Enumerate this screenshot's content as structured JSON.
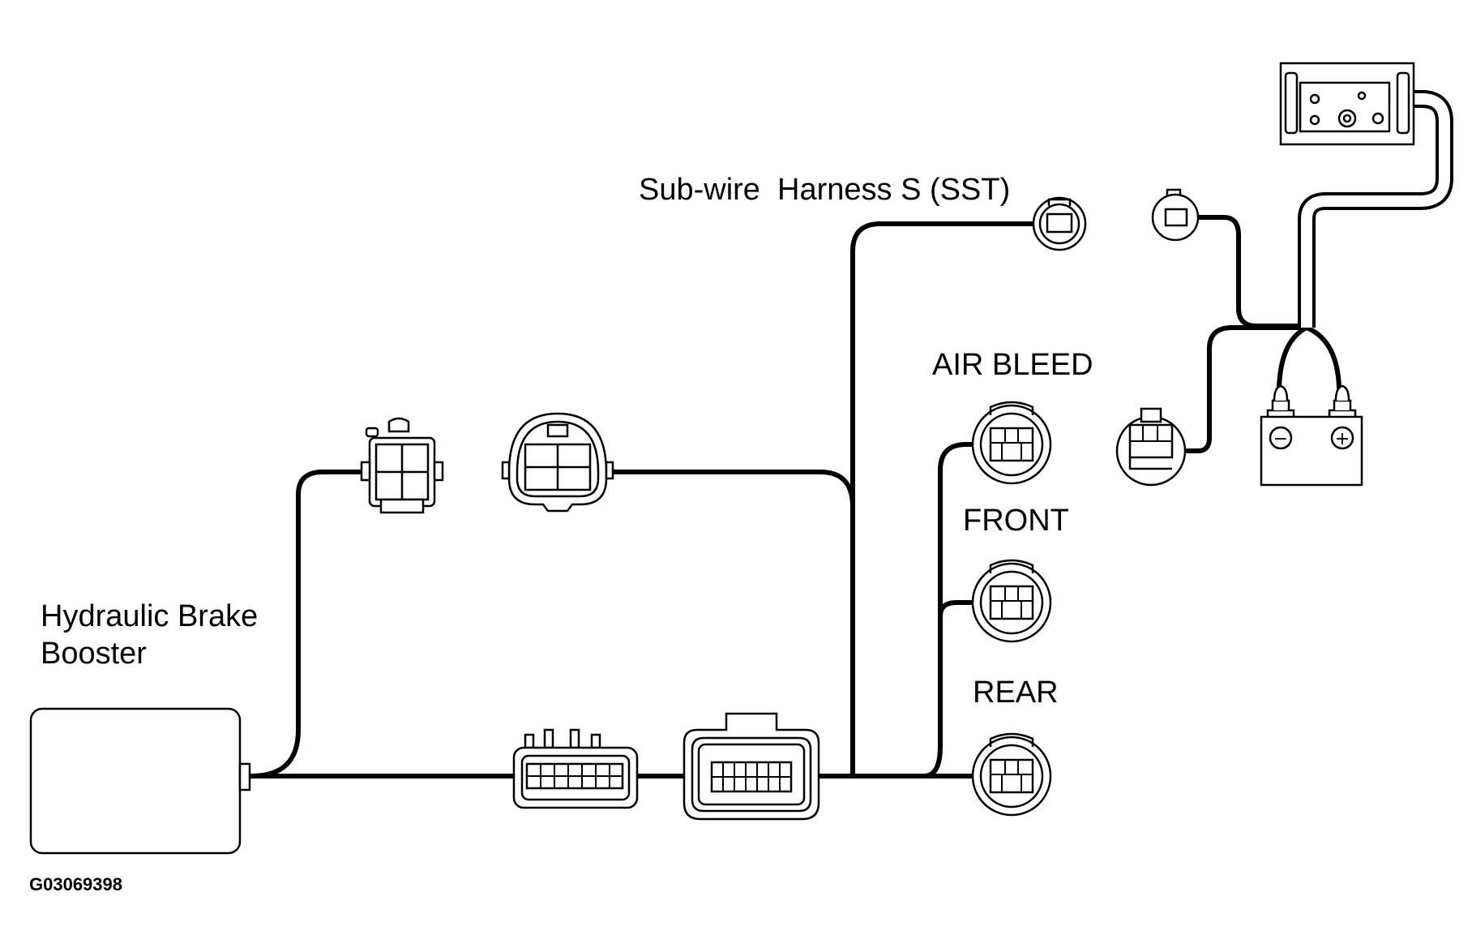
{
  "labels": {
    "sub_wire_harness": "Sub-wire  Harness S (SST)",
    "air_bleed": "AIR BLEED",
    "front": "FRONT",
    "rear": "REAR",
    "booster_line1": "Hydraulic Brake",
    "booster_line2": "Booster",
    "figure_code": "G03069398"
  },
  "battery": {
    "negative_symbol": "−",
    "positive_symbol": "+"
  }
}
